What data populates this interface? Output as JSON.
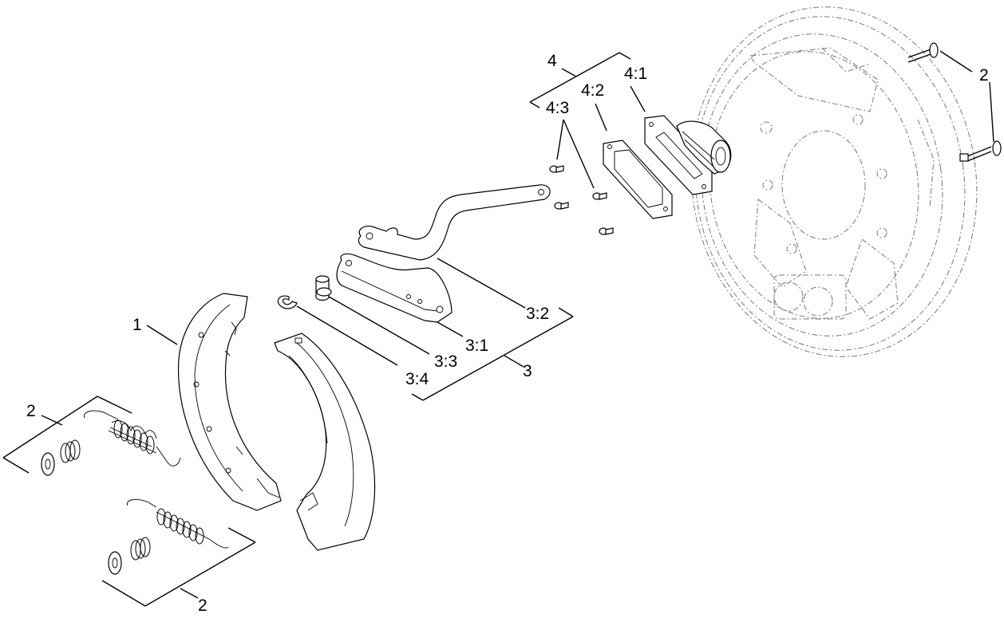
{
  "diagram": {
    "labels": {
      "shoe": "1",
      "spring_left_upper": "2",
      "spring_left_lower": "2",
      "rivets_right": "2",
      "lever_group": "3",
      "plate": "3:1",
      "lever": "3:2",
      "pin": "3:3",
      "clip": "3:4",
      "cover_group": "4",
      "cover_plate": "4:1",
      "gasket": "4:2",
      "screws": "4:3"
    }
  }
}
